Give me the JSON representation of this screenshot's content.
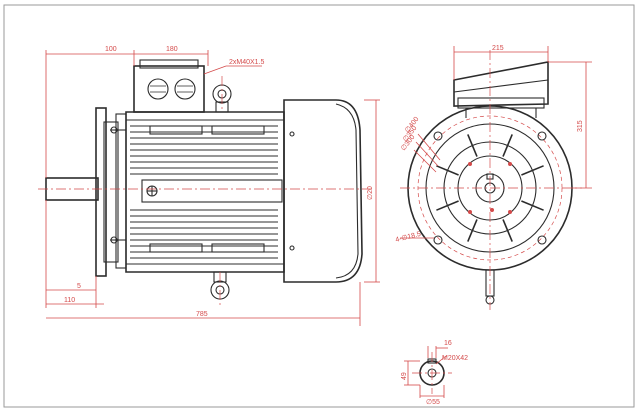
{
  "dimensions": {
    "top_left": "100",
    "top_mid": "180",
    "cable_gland": "2xM40X1.5",
    "end_width": "215",
    "end_height": "315",
    "shaft_dia": "∅20",
    "offset_left": "5",
    "flange_len": "110",
    "overall_len": "785",
    "dia_a": "∅400",
    "dia_b": "∅350",
    "dia_c": "∅300",
    "hole": "4-∅18.5",
    "key_w": "16",
    "thread": "M20X42",
    "key_h": "49",
    "key_dia": "∅55"
  },
  "colors": {
    "line": "#2c2c2c",
    "dimension": "#d44a4a",
    "frame": "#9a9a9a"
  }
}
